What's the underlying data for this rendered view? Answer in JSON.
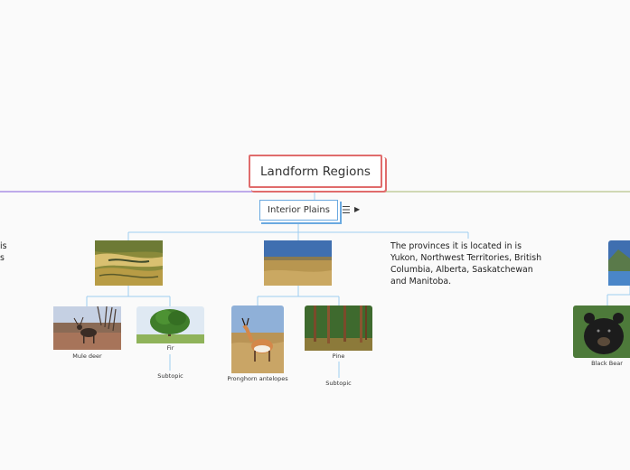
{
  "mindmap": {
    "root": {
      "label": "Landform Regions"
    },
    "main_topic": {
      "label": "Interior Plains"
    },
    "icons": {
      "notes": "menu-lines-icon",
      "expand": "play-triangle-icon"
    },
    "branches": {
      "grassland": {
        "children": [
          {
            "label": "Mule deer",
            "children": []
          },
          {
            "label": "Fir",
            "children": [
              {
                "label": "Subtopic"
              }
            ]
          }
        ]
      },
      "prairie": {
        "children": [
          {
            "label": "Pronghorn antelopes",
            "children": []
          },
          {
            "label": "Pine",
            "children": [
              {
                "label": "Subtopic"
              }
            ]
          }
        ]
      },
      "note": {
        "text": "The provinces it is located in is Yukon, Northwest Territories, British Columbia, Alberta, Saskatchewan and Manitoba."
      },
      "left_cut_note": {
        "line1": "is",
        "line2": "s"
      },
      "right_partial": {
        "animal_label": "Black Bear"
      }
    }
  },
  "colors": {
    "root_border": "#e06c6c",
    "main_border": "#6aa9e0",
    "left_branch": "#9b7be0",
    "right_branch": "#b7c48a",
    "connector": "#9fcdf0"
  }
}
